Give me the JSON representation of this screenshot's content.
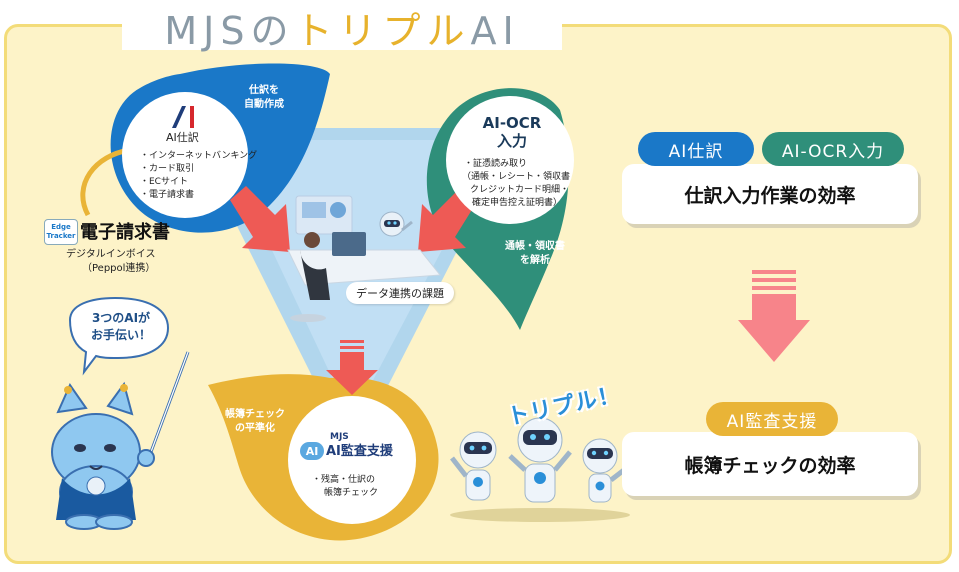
{
  "title": {
    "part1": "MJSの",
    "part2": "トリプル",
    "part3": "AI"
  },
  "ai_shiwake": {
    "tag": "仕訳を\n自動作成",
    "heading": "AI仕訳",
    "items": [
      "・インターネットバンキング",
      "・カード取引",
      "・ECサイト",
      "・電子請求書"
    ]
  },
  "ai_ocr": {
    "heading_line1": "AI-OCR",
    "heading_line2": "入力",
    "items": [
      "・証憑読み取り",
      "（通帳・レシート・領収書",
      "クレジットカード明細・",
      "確定申告控え証明書）"
    ],
    "tag": "通帳・領収書\nを解析"
  },
  "ai_kansa": {
    "tag": "帳簿チェック\nの平準化",
    "brand_small": "MJS",
    "brand_mark": "AI",
    "brand_name": "AI監査支援",
    "items": [
      "・残高・仕訳の",
      "帳簿チェック"
    ]
  },
  "edge": {
    "logo_line1": "Edge",
    "logo_line2": "Tracker",
    "name": "電子請求書",
    "sub1": "デジタルインボイス",
    "sub2": "（Peppol連携）"
  },
  "center_label": "データ連携の課題",
  "bubble": {
    "line1": "3つのAIが",
    "line2": "お手伝い！"
  },
  "triple_text": "トリプル！",
  "right": {
    "pill1": "AI仕訳",
    "pill2": "AI-OCR入力",
    "box1": "仕訳入力作業の効率",
    "pill3": "AI監査支援",
    "box2": "帳簿チェックの効率"
  },
  "colors": {
    "blue": "#1a78c8",
    "green": "#2f8f7a",
    "yellow": "#e9b437",
    "red": "#ee5a55",
    "light_blue": "#a9d3f1",
    "frame_bg": "#fdf3c8",
    "pink_arrow": "#f7848a"
  }
}
